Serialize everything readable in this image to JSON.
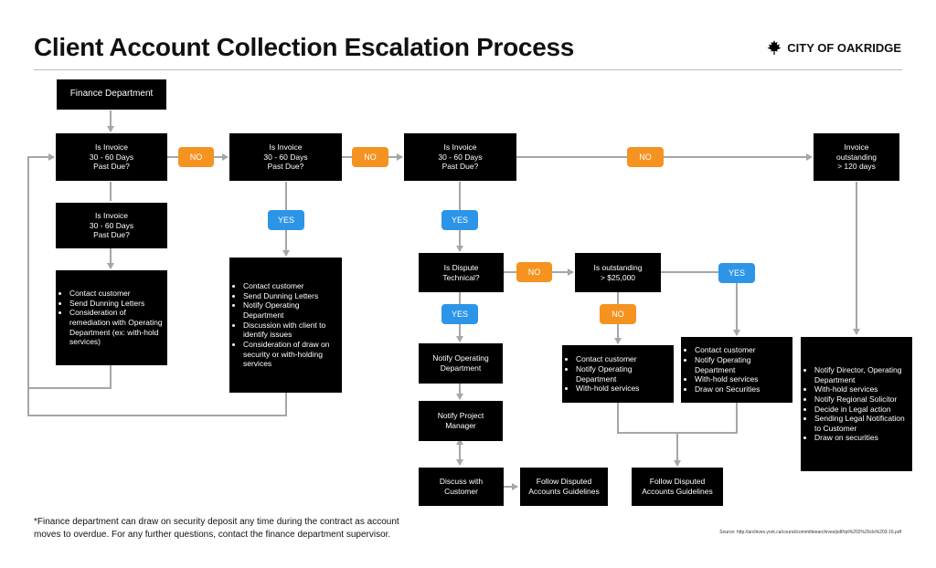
{
  "title": "Client Account Collection Escalation Process",
  "brand": "CITY OF OAKRIDGE",
  "colors": {
    "no": "#f59321",
    "yes": "#2d95e8",
    "box": "#000000",
    "line": "#a6a6a6"
  },
  "nodes": {
    "finance_dept": "Finance Department",
    "q1": "Is Invoice\n30 - 60 Days\nPast Due?",
    "q1b": "Is Invoice\n30 - 60 Days\nPast Due?",
    "q2": "Is Invoice\n30 - 60 Days\nPast Due?",
    "q3": "Is Invoice\n30 - 60 Days\nPast Due?",
    "q4": "Invoice\noutstanding\n> 120 days",
    "dispute": "Is Dispute\nTechnical?",
    "outstanding": "Is outstanding\n> $25,000",
    "notify_op": "Notify Operating\nDepartment",
    "notify_pm": "Notify Project\nManager",
    "discuss": "Discuss with\nCustomer",
    "follow1": "Follow Disputed\nAccounts Guidelines",
    "follow2": "Follow Disputed\nAccounts Guidelines"
  },
  "lists": {
    "a1": [
      "Contact customer",
      "Send Dunning Letters",
      "Consideration of remediation with Operating Department (ex: with-hold services)"
    ],
    "a2": [
      "Contact customer",
      "Send Dunning Letters",
      "Notify Operating Department",
      "Discussion with client to identify issues",
      "Consideration of draw on security or with-holding services"
    ],
    "a3": [
      "Contact customer",
      "Notify Operating Department",
      "With-hold services"
    ],
    "a4": [
      "Contact customer",
      "Notify Operating Department",
      "With-hold services",
      "Draw on Securities"
    ],
    "a5": [
      "Notify Director, Operating Department",
      "With-hold services",
      "Notify Regional Solicitor",
      "Decide in Legal action",
      "Sending Legal Notification to Customer",
      "Draw on securities"
    ]
  },
  "labels": {
    "no": "NO",
    "yes": "YES"
  },
  "footnote": "*Finance department can draw on security deposit any time during the contract as account moves to overdue. For any further questions, contact the finance department supervisor.",
  "source": "Source: http://archives.york.ca/councilcommitteearchives/pdf/rpt%202%20cls%203-16.pdf"
}
